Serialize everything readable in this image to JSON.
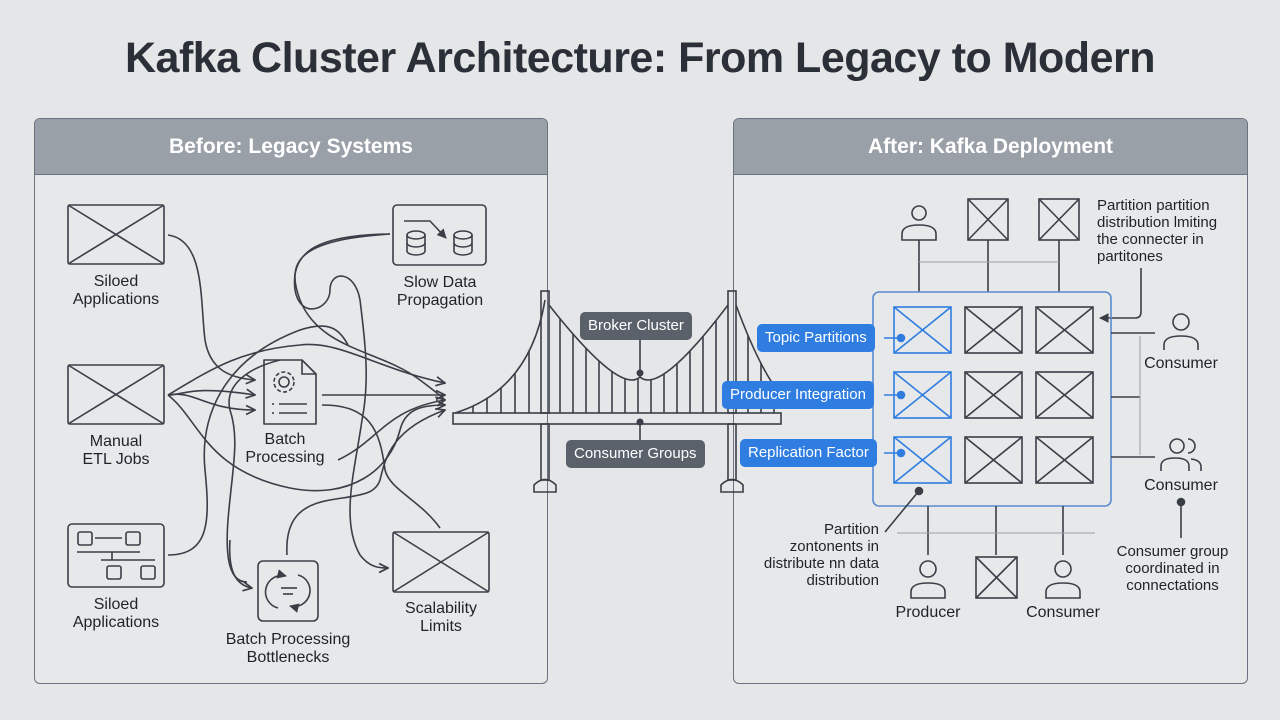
{
  "title": "Kafka Cluster Architecture: From Legacy to Modern",
  "colors": {
    "background": "#e4e6e8",
    "panel_header": "#9aa0a8",
    "stroke": "#3a3f47",
    "accent_blue": "#2f7de1",
    "pill_dark": "#5b616a"
  },
  "before": {
    "header": "Before: Legacy Systems",
    "nodes": [
      {
        "label": "Siloed\nApplications",
        "icon": "placeholder-image-icon"
      },
      {
        "label": "Manual\nETL Jobs",
        "icon": "placeholder-image-icon"
      },
      {
        "label": "Siloed\nApplications",
        "icon": "network-diagram-icon"
      },
      {
        "label": "Batch\nProcessing",
        "icon": "gear-document-icon"
      },
      {
        "label": "Batch Processing\nBottlenecks",
        "icon": "refresh-cycle-icon"
      },
      {
        "label": "Slow Data\nPropagation",
        "icon": "database-transfer-icon"
      },
      {
        "label": "Scalability\nLimits",
        "icon": "placeholder-image-icon"
      }
    ]
  },
  "bridge": {
    "top_label": "Broker Cluster",
    "bottom_label": "Consumer Groups"
  },
  "after": {
    "header": "After: Kafka Deployment",
    "callouts": [
      "Topic Partitions",
      "Producer Integration",
      "Replication Factor"
    ],
    "top_note": "Partition partition\ndistribution lmiting\nthe connecter in\npartitones",
    "bottom_left_note": "Partition\nzontonents in\ndistribute nn data\ndistribution",
    "right_note": "Consumer group\ncoordinated in\nconnectations",
    "right_consumers": [
      "Consumer",
      "Consumer"
    ],
    "bottom_nodes": [
      "Producer",
      "Consumer"
    ],
    "grid": {
      "rows": 3,
      "cols": 3
    }
  }
}
